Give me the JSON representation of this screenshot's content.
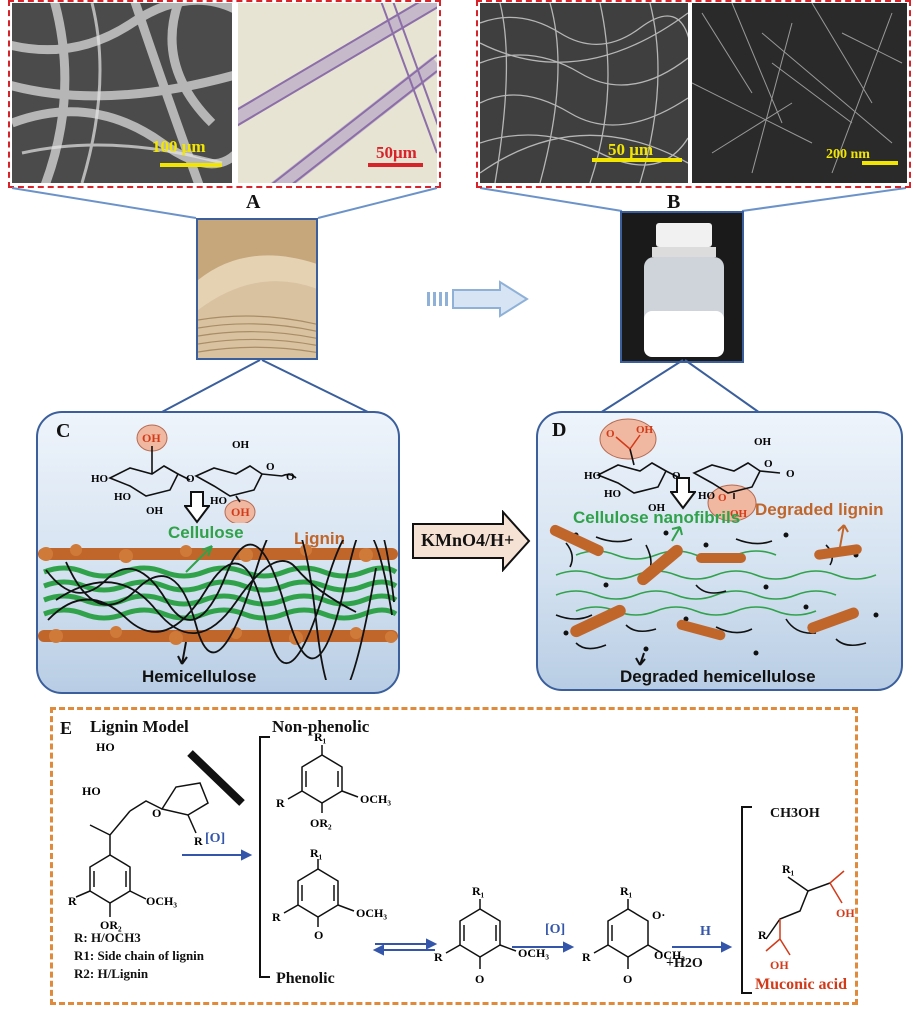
{
  "panels": {
    "a": {
      "letter": "A",
      "scale_left": "100 μm",
      "scale_right": "50μm"
    },
    "b": {
      "letter": "B",
      "scale_left": "50 μm",
      "scale_right": "200 nm"
    },
    "c": {
      "letter": "C",
      "oh_top": "OH",
      "oh_bottom": "OH",
      "cellulose": "Cellulose",
      "lignin": "Lignin",
      "hemicellulose": "Hemicellulose"
    },
    "d": {
      "letter": "D",
      "nanofibrils": "Cellulose nanofibrils",
      "degraded_lignin": "Degraded lignin",
      "degraded_hemicellulose": "Degraded hemicellulose"
    },
    "e": {
      "letter": "E",
      "lignin_model": "Lignin Model",
      "non_phenolic": "Non-phenolic",
      "phenolic": "Phenolic",
      "r_def": "R: H/OCH3",
      "r1_def": "R1: Side chain of lignin",
      "r2_def": "R2: H/Lignin",
      "oxidant": "[O]",
      "oxidant2": "[O]",
      "proton": "H",
      "water": "+H2O",
      "methanol": "CH3OH",
      "muconic": "Muconic acid"
    }
  },
  "reagent": {
    "text": "KMnO4/H+"
  },
  "colors": {
    "red_dash": "#d9232a",
    "orange_dash": "#e08a3c",
    "green": "#2fa24a",
    "lignin_brown": "#c1662b",
    "blue_arrow": "#3355aa",
    "bubble_border": "#3a5f9c"
  }
}
